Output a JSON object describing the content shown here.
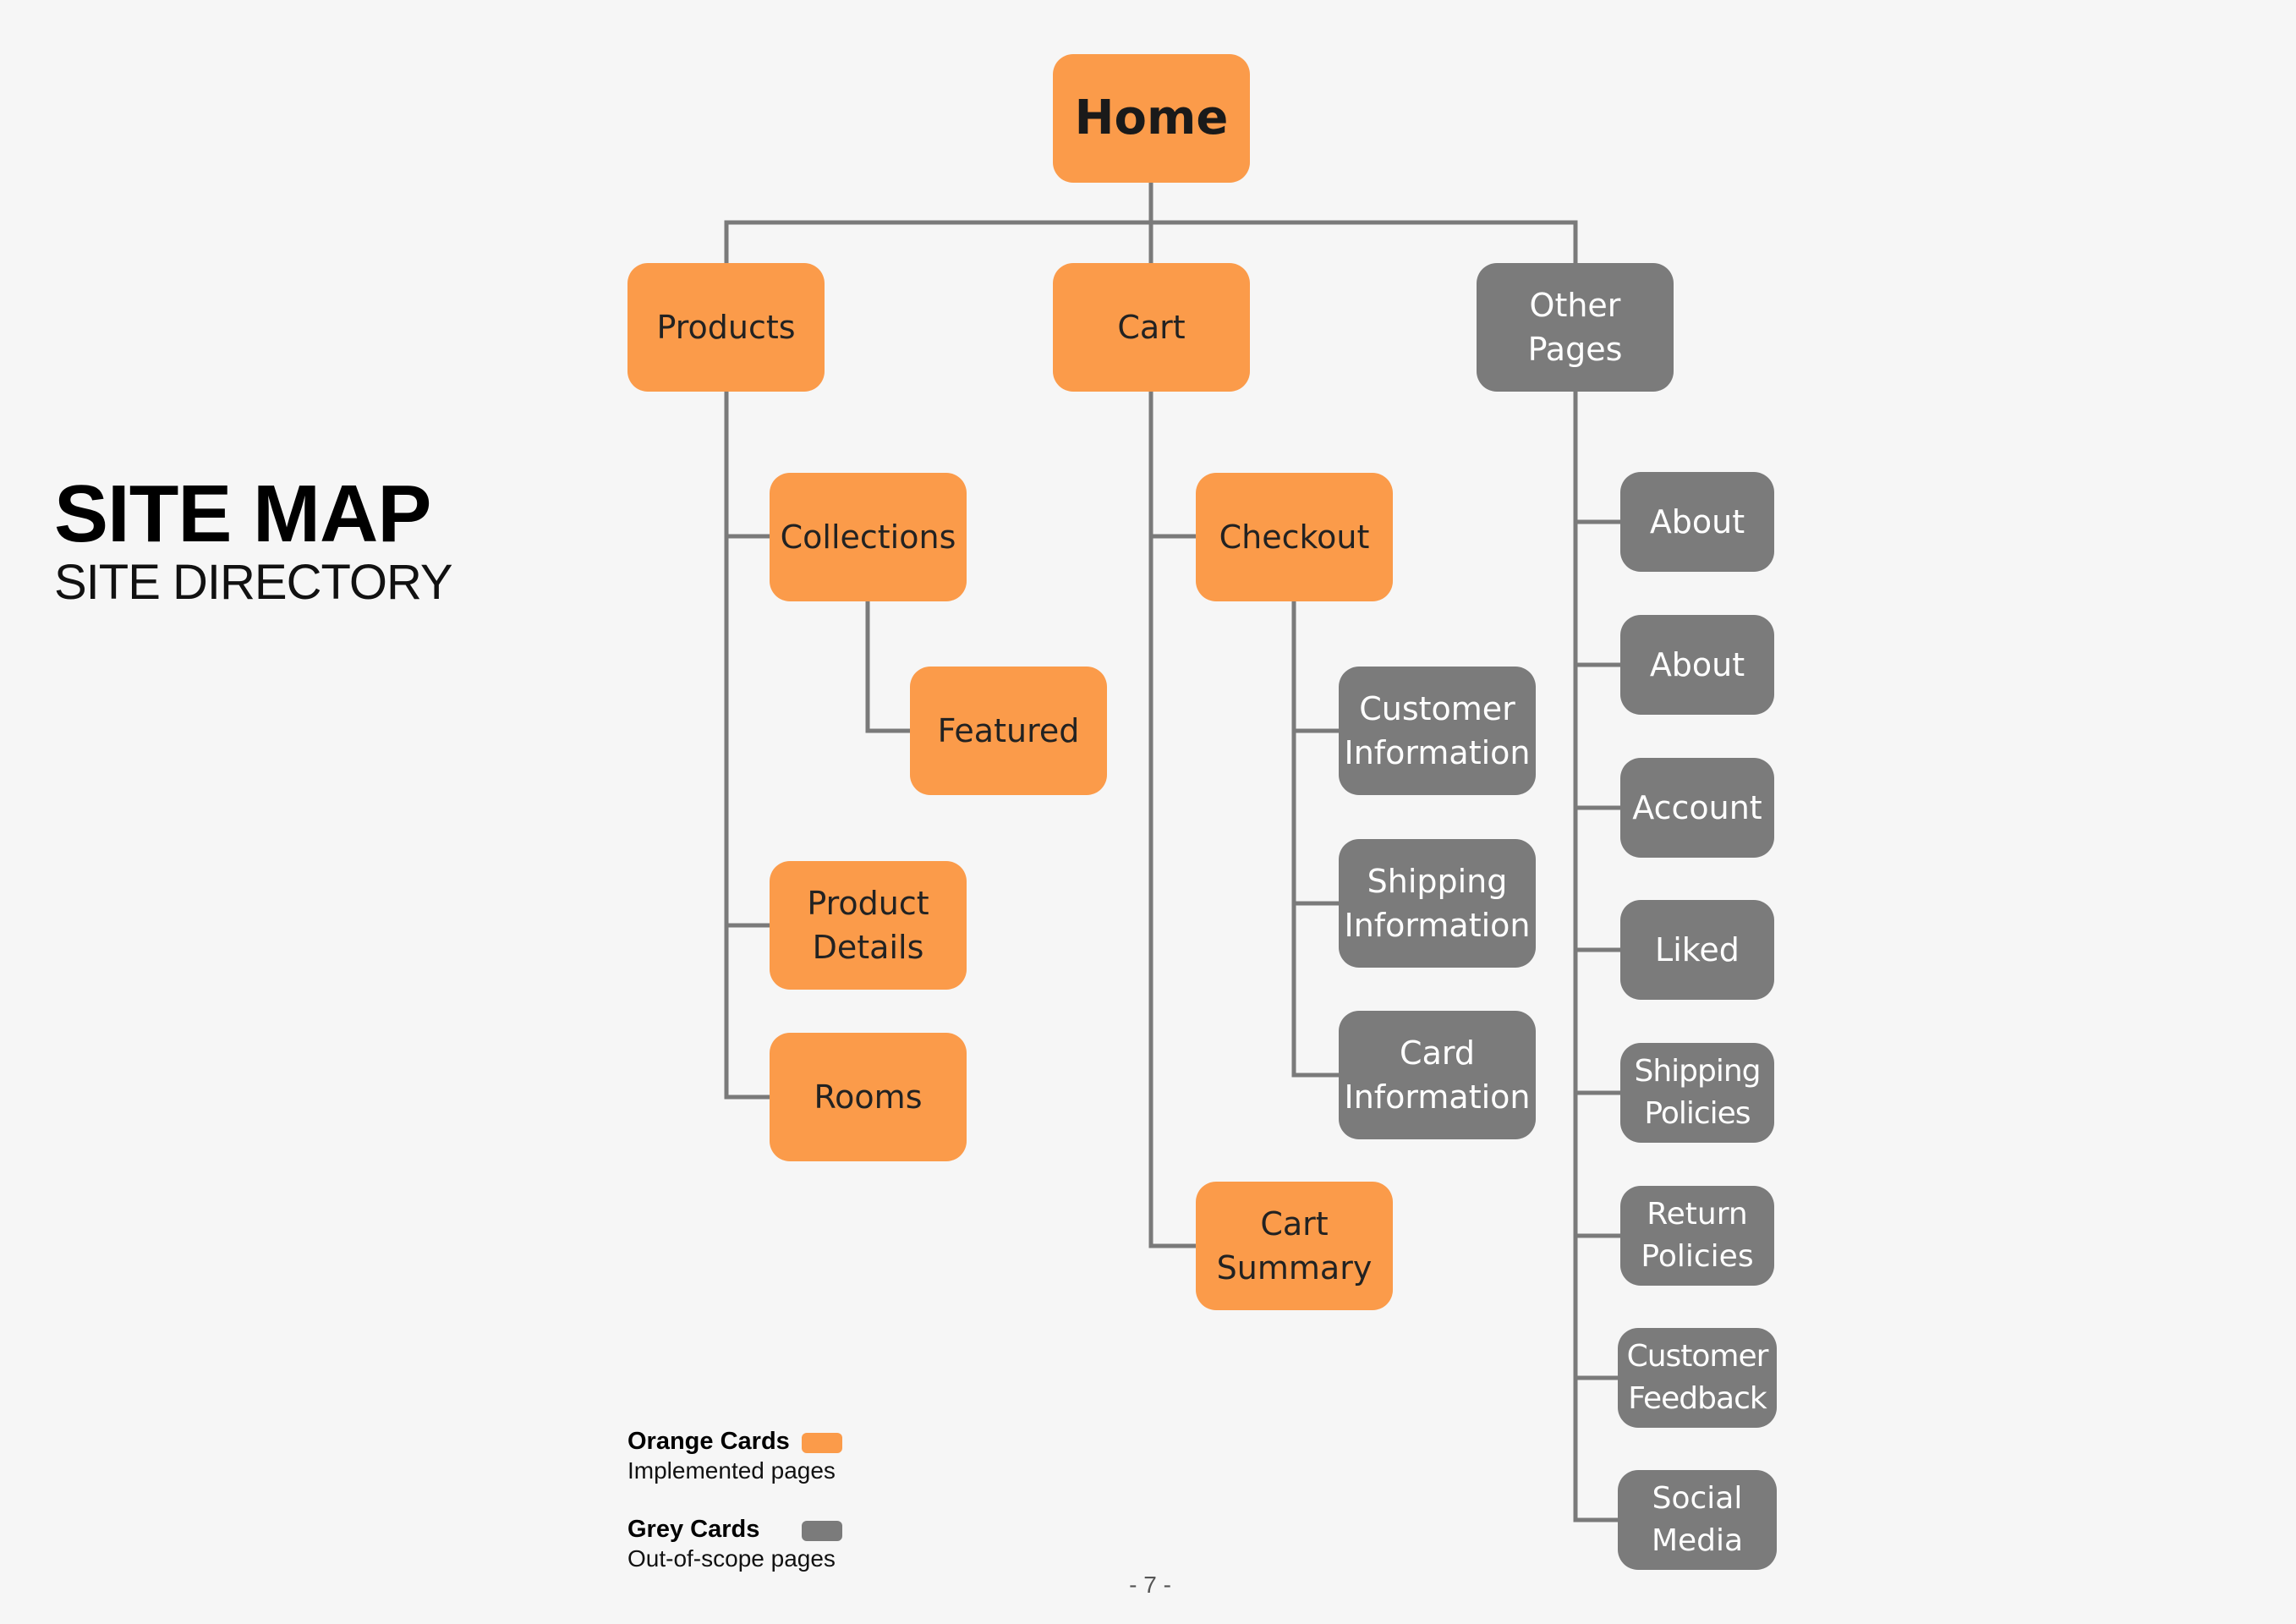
{
  "title": "SITE MAP",
  "subtitle": "SITE DIRECTORY",
  "nodes": {
    "home": "Home",
    "products": "Products",
    "cart": "Cart",
    "other_pages": "Other\nPages",
    "collections": "Collections",
    "featured": "Featured",
    "product_details": "Product\nDetails",
    "rooms": "Rooms",
    "checkout": "Checkout",
    "customer_information": "Customer\nInformation",
    "shipping_information": "Shipping\nInformation",
    "card_information": "Card\nInformation",
    "cart_summary": "Cart\nSummary",
    "about_1": "About",
    "about_2": "About",
    "account": "Account",
    "liked": "Liked",
    "shipping_policies": "Shipping\nPolicies",
    "return_policies": "Return\nPolicies",
    "customer_feedback": "Customer\nFeedback",
    "social_media": "Social\nMedia"
  },
  "legend": [
    {
      "label": "Orange Cards",
      "description": "Implemented pages",
      "color": "#fb9b4a"
    },
    {
      "label": "Grey Cards",
      "description": "Out-of-scope pages",
      "color": "#7b7b7b"
    }
  ],
  "page_number": "- 7 -",
  "colors": {
    "implemented": "#fb9b4a",
    "out_of_scope": "#7b7b7b",
    "connector": "#7a7a7a"
  }
}
